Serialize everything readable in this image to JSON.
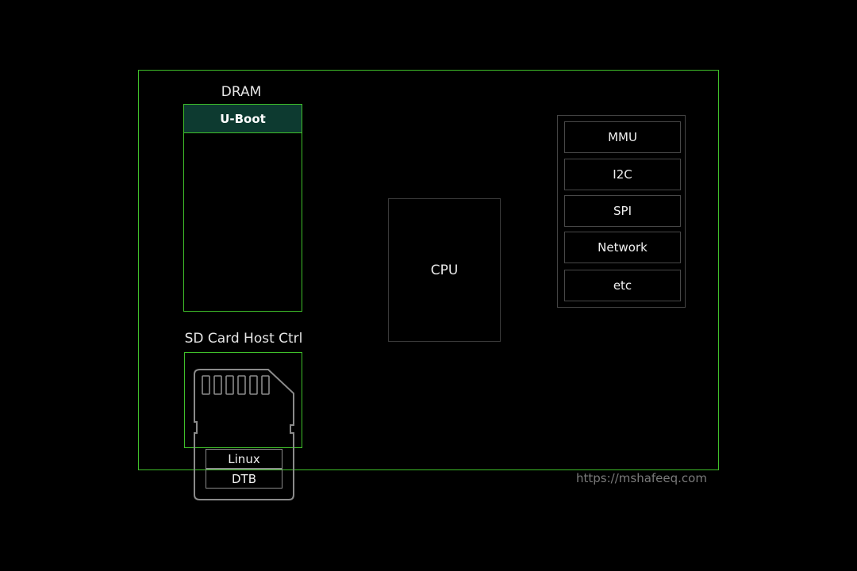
{
  "board": {
    "dram_label": "DRAM",
    "dram_region": "U-Boot",
    "cpu_label": "CPU",
    "sd_host_label": "SD Card Host Ctrl",
    "peripherals": [
      "MMU",
      "I2C",
      "SPI",
      "Network",
      "etc"
    ],
    "sd_card": {
      "partitions": [
        "Linux",
        "DTB"
      ]
    }
  },
  "footer": {
    "url": "https://mshafeeq.com"
  },
  "colors": {
    "board_border": "#3fbf2a",
    "uboot_fill": "#0d3a30",
    "background": "#000000"
  }
}
